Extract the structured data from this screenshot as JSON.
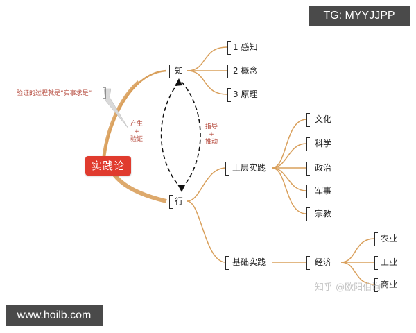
{
  "root": "实践论",
  "note": "验证的过程就是“实事求是”",
  "arrow_labels": {
    "produce_verify": [
      "产生",
      "+",
      "验证"
    ],
    "guide_drive": [
      "指导",
      "+",
      "推动"
    ]
  },
  "knowing": {
    "label": "知",
    "children": [
      "1 感知",
      "2 概念",
      "3 原理"
    ]
  },
  "doing": {
    "label": "行",
    "upper": {
      "label": "上层实践",
      "children": [
        "文化",
        "科学",
        "政治",
        "军事",
        "宗教"
      ]
    },
    "basic": {
      "label": "基础实践",
      "economy": {
        "label": "经济",
        "children": [
          "农业",
          "工业",
          "商业"
        ]
      }
    }
  },
  "watermarks": {
    "tg": "TG: MYYJJPP",
    "site": "www.hoilb.com",
    "zhihu": "知乎 @欧阳伯询"
  },
  "colors": {
    "branch": "#d9a05c",
    "root_bg": "#e03b2e",
    "annotation": "#b5483b",
    "badge_bg": "#4a4a4a"
  }
}
